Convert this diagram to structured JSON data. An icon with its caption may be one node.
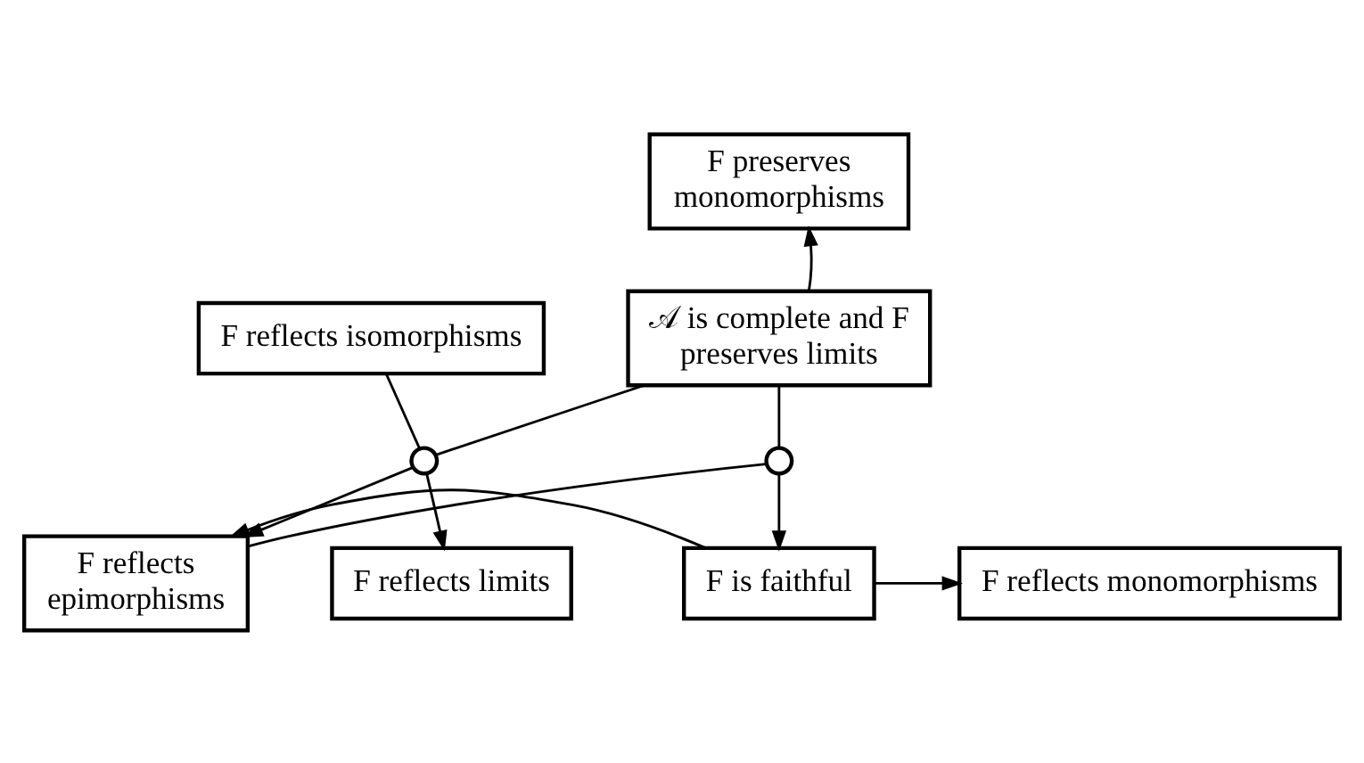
{
  "diagram": {
    "nodes": [
      {
        "text": [
          "F preserves monomorphisms"
        ]
      },
      {
        "text": [
          "𝒜 is complete and F preserves limits"
        ]
      },
      {
        "text": [
          "F reflects isomorphisms"
        ]
      },
      {
        "text": [],
        "shape": "circle"
      },
      {
        "text": [
          "F reflects epimorphisms"
        ]
      },
      {
        "text": [
          "F reflects limits"
        ]
      },
      {
        "text": [],
        "shape": "circle"
      },
      {
        "text": [
          "F is faithful"
        ]
      },
      {
        "text": [
          "F reflects monomorphisms"
        ]
      }
    ],
    "edges": [
      {
        "from": 1,
        "to": 0,
        "arrow": "to"
      },
      {
        "from": 1,
        "to": 3,
        "arrow": "none"
      },
      {
        "from": 2,
        "to": 3,
        "arrow": "none"
      },
      {
        "from": 3,
        "to": 4,
        "arrow": "to"
      },
      {
        "from": 3,
        "to": 5,
        "arrow": "to"
      },
      {
        "from": 1,
        "to": 6,
        "arrow": "none"
      },
      {
        "from": 4,
        "to": 6,
        "arrow": "none"
      },
      {
        "from": 6,
        "to": 7,
        "arrow": "to"
      },
      {
        "from": 7,
        "to": 4,
        "arrow": "to"
      },
      {
        "from": 7,
        "to": 8,
        "arrow": "to"
      }
    ]
  }
}
